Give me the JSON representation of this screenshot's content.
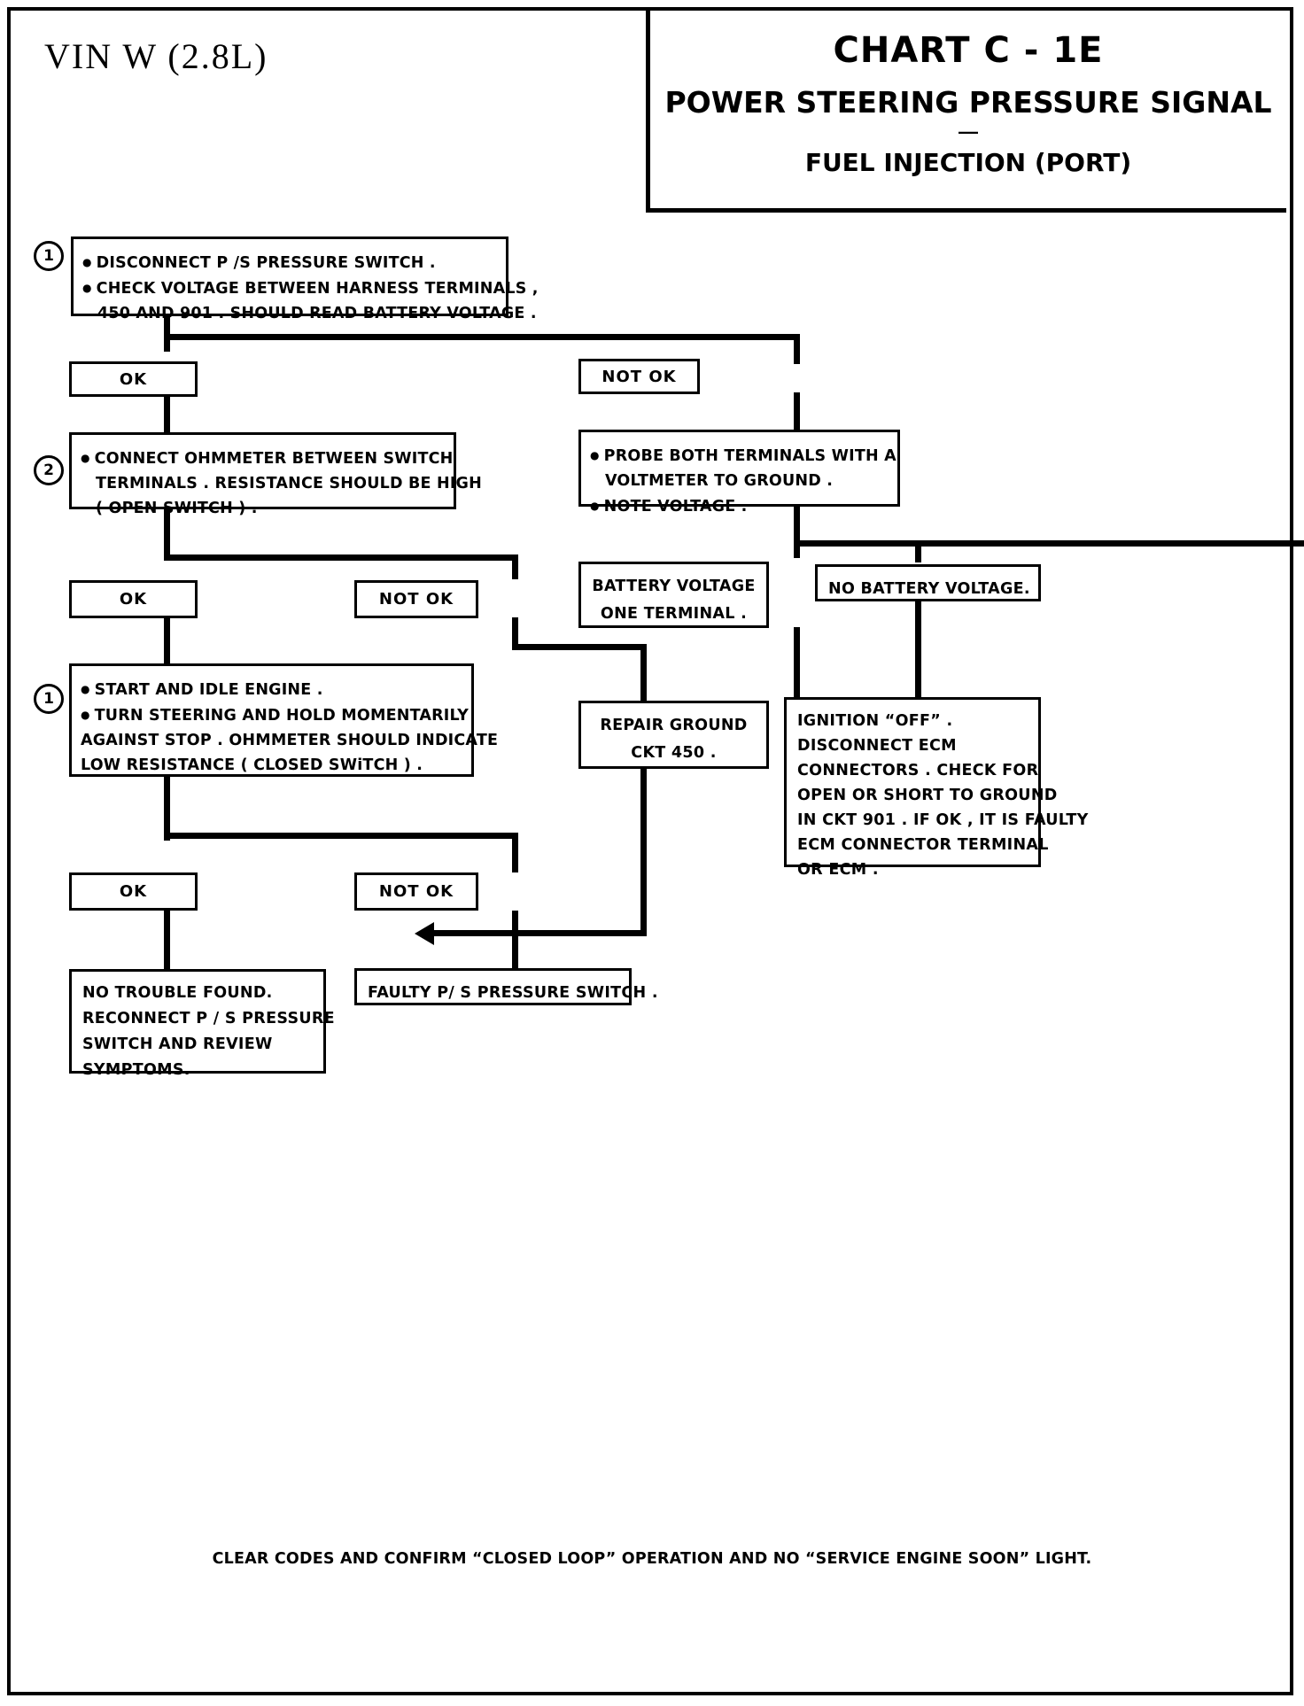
{
  "header": {
    "vin": "VIN  W  (2.8L)",
    "chart_id": "CHART C - 1E",
    "subtitle_1": "POWER STEERING PRESSURE SIGNAL",
    "divider": "—",
    "subtitle_2": "FUEL INJECTION (PORT)"
  },
  "steps": {
    "step1_number": "1",
    "step2_number": "2",
    "step3_number": "1"
  },
  "nodes": {
    "step1": {
      "line1": "DISCONNECT P /S PRESSURE SWITCH .",
      "line2": "CHECK VOLTAGE BETWEEN HARNESS TERMINALS ,",
      "line3": "450 AND 901 . SHOULD READ BATTERY VOLTAGE ."
    },
    "branch1_ok": "OK",
    "branch1_not_ok": "NOT OK",
    "step2": {
      "line1": "CONNECT OHMMETER BETWEEN SWITCH",
      "line2": "TERMINALS . RESISTANCE SHOULD BE HIGH",
      "line3": "( OPEN SWITCH ) ."
    },
    "branch2_ok": "OK",
    "branch2_not_ok": "NOT OK",
    "step3": {
      "line1": "START AND IDLE ENGINE .",
      "line2": "TURN STEERING AND HOLD MOMENTARILY",
      "line3": "AGAINST STOP . OHMMETER SHOULD INDICATE",
      "line4": "LOW RESISTANCE ( CLOSED SWiTCH ) ."
    },
    "branch3_ok": "OK",
    "branch3_not_ok": "NOT OK",
    "no_trouble": {
      "line1": "NO TROUBLE FOUND.",
      "line2": "RECONNECT P / S  PRESSURE",
      "line3": "SWITCH AND REVIEW",
      "line4": "SYMPTOMS."
    },
    "faulty_switch": "FAULTY P/ S PRESSURE SWITCH .",
    "probe": {
      "line1": "PROBE BOTH TERMINALS WITH A",
      "line2": "VOLTMETER TO GROUND .",
      "line3": "NOTE VOLTAGE ."
    },
    "battery_voltage": {
      "line1": "BATTERY VOLTAGE",
      "line2": "ONE TERMINAL ."
    },
    "no_battery_voltage": "NO BATTERY VOLTAGE.",
    "repair_ground": {
      "line1": "REPAIR GROUND",
      "line2": "CKT 450 ."
    },
    "ignition_off": {
      "line1": "IGNITION “OFF” .",
      "line2": "DISCONNECT  ECM",
      "line3": "CONNECTORS . CHECK FOR",
      "line4": "OPEN OR SHORT TO GROUND",
      "line5": "IN CKT 901 . IF OK , IT IS FAULTY",
      "line6": "ECM CONNECTOR TERMINAL",
      "line7": "OR ECM ."
    }
  },
  "footer": {
    "note": "CLEAR CODES AND CONFIRM  “CLOSED LOOP” OPERATION AND NO “SERVICE ENGINE SOON”  LIGHT."
  }
}
